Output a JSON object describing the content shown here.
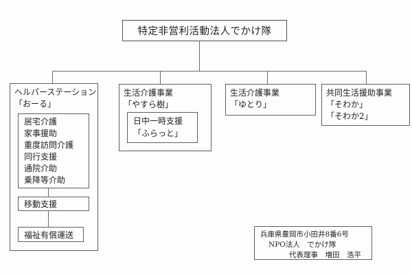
{
  "root": {
    "title": "特定非営利活動法人でかけ隊"
  },
  "branches": {
    "helper_station": {
      "title_line1": "ヘルパーステーション",
      "title_line2": "「おーる」",
      "services": [
        "居宅介護",
        "家事援助",
        "重度訪問介護",
        "同行支援",
        "通院介助",
        "乗降等介助"
      ],
      "sub_box1": "移動支援",
      "sub_box2": "福祉有償運送"
    },
    "yasuragi": {
      "title_line1": "生活介護事業",
      "title_line2": "「やすら樹」",
      "inner_line1": "日中一時支援",
      "inner_line2": "「ふらっと」"
    },
    "yutori": {
      "title_line1": "生活介護事業",
      "title_line2": "「ゆとり」"
    },
    "sowaka": {
      "title_line1": "共同生活援助事業",
      "title_line2": "「そわか」",
      "title_line3": "「そわか2」"
    }
  },
  "signature": {
    "address": "兵庫県豊岡市小田井8番6号",
    "org_name": "NPO法人　でかけ隊",
    "representative": "代表理事　増田　浩平"
  },
  "colors": {
    "border": "#5f5f5f",
    "connector": "#6a6a6a",
    "text": "#1f1f1f",
    "background": "#fdfdfd"
  }
}
